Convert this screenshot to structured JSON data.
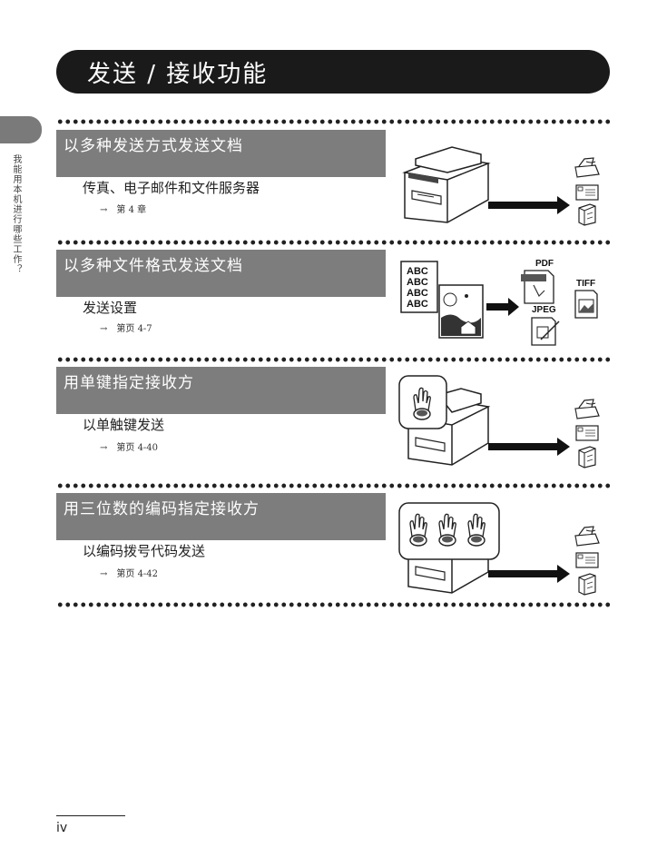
{
  "header": {
    "title": "发送 / 接收功能"
  },
  "side_label": "我能用本机进行哪些工作？",
  "sections": [
    {
      "heading": "以多种发送方式发送文档",
      "subheading": "传真、电子邮件和文件服务器",
      "ref_arrow": "→",
      "ref": "第 4 章"
    },
    {
      "heading": "以多种文件格式发送文档",
      "subheading": "发送设置",
      "ref_arrow": "→",
      "ref": "第页 4-7"
    },
    {
      "heading": "用单键指定接收方",
      "subheading": "以单触键发送",
      "ref_arrow": "→",
      "ref": "第页 4-40"
    },
    {
      "heading": "用三位数的编码指定接收方",
      "subheading": "以编码拨号代码发送",
      "ref_arrow": "→",
      "ref": "第页 4-42"
    }
  ],
  "illustration_labels": {
    "abc": [
      "ABC",
      "ABC",
      "ABC",
      "ABC"
    ],
    "pdf": "PDF",
    "tiff": "TIFF",
    "jpeg": "JPEG"
  },
  "footer": {
    "page_number": "iv"
  }
}
